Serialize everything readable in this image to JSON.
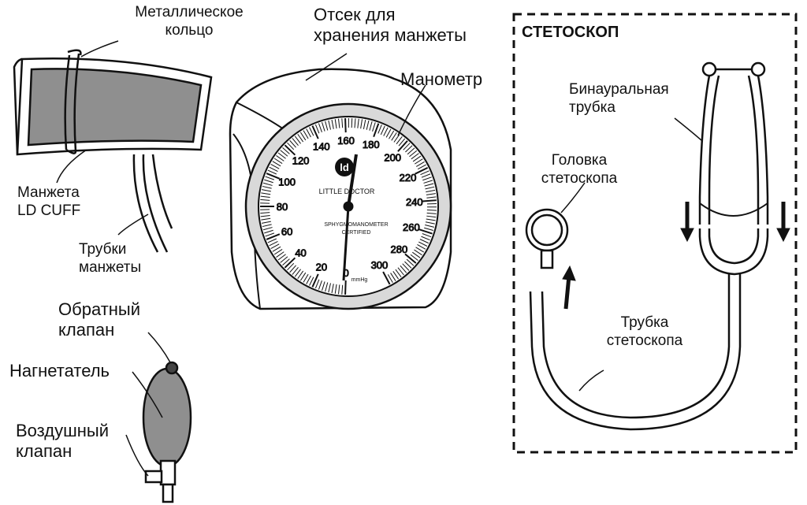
{
  "labels": {
    "metal_ring": [
      "Металлическое",
      "кольцо"
    ],
    "cuff": [
      "Манжета",
      "LD CUFF"
    ],
    "cuff_tubes": [
      "Трубки",
      "манжеты"
    ],
    "storage": [
      "Отсек для",
      "хранения манжеты"
    ],
    "manometer": "Манометр",
    "check_valve": [
      "Обратный",
      "клапан"
    ],
    "bulb": "Нагнетатель",
    "air_valve": [
      "Воздушный",
      "клапан"
    ],
    "stethoscope_title": "СТЕТОСКОП",
    "binaural": [
      "Бинауральная",
      "трубка"
    ],
    "chestpiece": [
      "Головка",
      "стетоскопа"
    ],
    "steth_tube": [
      "Трубка",
      "стетоскопа"
    ]
  },
  "gauge": {
    "logo": "ld",
    "brand": "LITTLE DOCTOR",
    "sub1": "SPHYGMOMANOMETER",
    "sub2": "CERTIFIED",
    "unit": "mmHg",
    "ticks": [
      "0",
      "20",
      "40",
      "60",
      "80",
      "100",
      "120",
      "140",
      "160",
      "180",
      "200",
      "220",
      "240",
      "260",
      "280",
      "300"
    ]
  },
  "colors": {
    "line": "#111111",
    "fill_gray": "#8f8f8f",
    "light_gray": "#d9d9d9"
  }
}
